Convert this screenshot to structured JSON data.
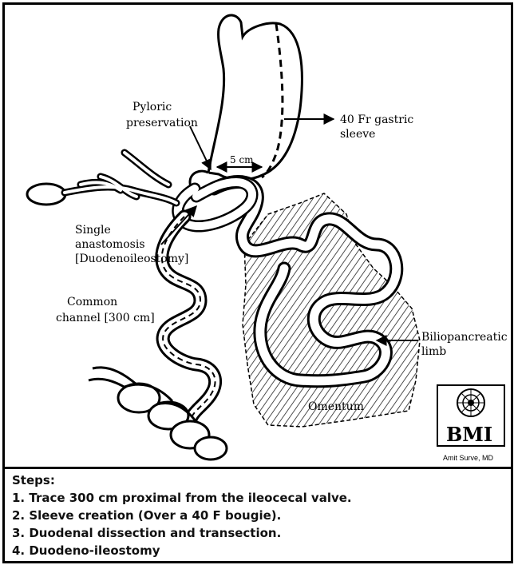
{
  "labels": {
    "pyloric": [
      "Pyloric",
      "preservation"
    ],
    "sleeve": [
      "40 Fr gastric",
      "sleeve"
    ],
    "distance": "5 cm",
    "anastomosis": [
      "Single",
      "anastomosis",
      "[Duodenoileostomy]"
    ],
    "common_channel": [
      "Common",
      "channel [300 cm]"
    ],
    "biliopancreatic": [
      "Biliopancreatic",
      "limb"
    ],
    "omentum": "Omentum"
  },
  "logo": {
    "text": "BMI",
    "credit": "Amit Surve, MD"
  },
  "steps": {
    "title": "Steps:",
    "items": [
      "1. Trace 300 cm proximal from the ileocecal valve.",
      "2. Sleeve creation (Over a 40 F bougie).",
      "3. Duodenal dissection and transection.",
      "4. Duodeno-ileostomy"
    ]
  },
  "colors": {
    "ink": "#000000",
    "paper": "#ffffff",
    "hatch": "#222222"
  },
  "icons": [
    "bmi-lotus-logo-icon"
  ]
}
